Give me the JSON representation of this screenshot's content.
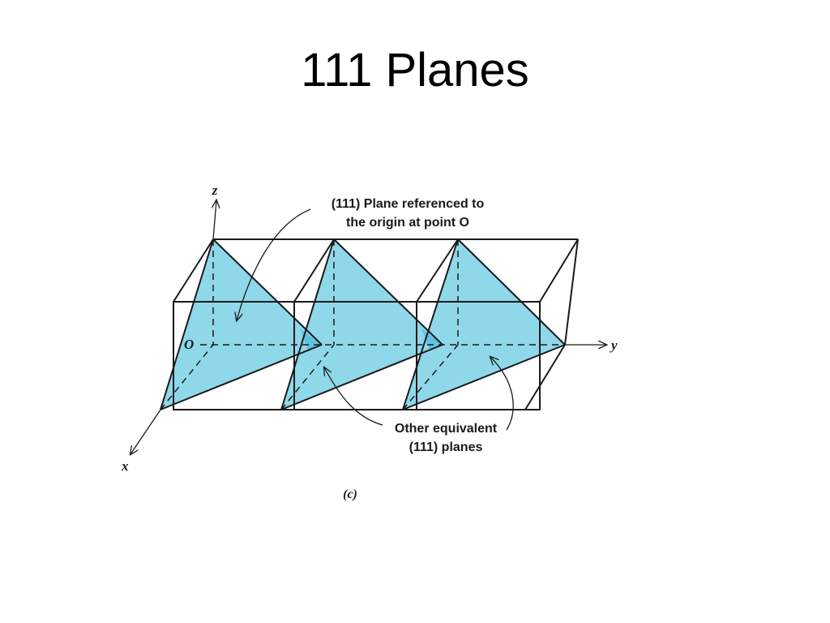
{
  "slide": {
    "title": "111 Planes"
  },
  "diagram": {
    "colors": {
      "plane_fill": "#8fd8ea",
      "plane_fill_dark": "#5fc2e0",
      "line": "#1a1a1a"
    },
    "axes": {
      "x": "x",
      "y": "y",
      "z": "z"
    },
    "origin_label": "O",
    "callout_top": {
      "line1": "(111) Plane referenced to",
      "line2": "the origin at point O"
    },
    "callout_bottom": {
      "line1": "Other equivalent",
      "line2": "(111) planes"
    },
    "caption": "(c)"
  }
}
